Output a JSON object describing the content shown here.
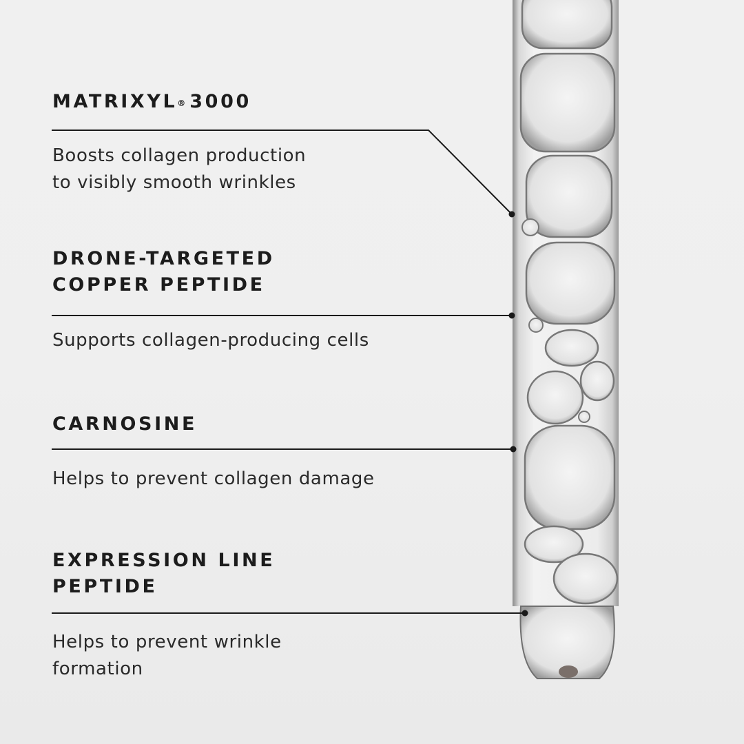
{
  "colors": {
    "background": "#efefef",
    "text": "#1c1c1c",
    "line": "#1a1a1a"
  },
  "ingredients": [
    {
      "name": "MATRIXYL",
      "name_mark": "®",
      "name_suffix": "3000",
      "description": "Boosts collagen production\nto visibly smooth wrinkles"
    },
    {
      "name": "DRONE-TARGETED\nCOPPER PEPTIDE",
      "description": "Supports collagen-producing cells"
    },
    {
      "name": "CARNOSINE",
      "description": "Helps to prevent collagen damage"
    },
    {
      "name": "EXPRESSION LINE\nPEPTIDE",
      "description": "Helps to prevent wrinkle\nformation"
    }
  ],
  "image": {
    "subject": "glass-dropper-with-serum-bubbles"
  }
}
